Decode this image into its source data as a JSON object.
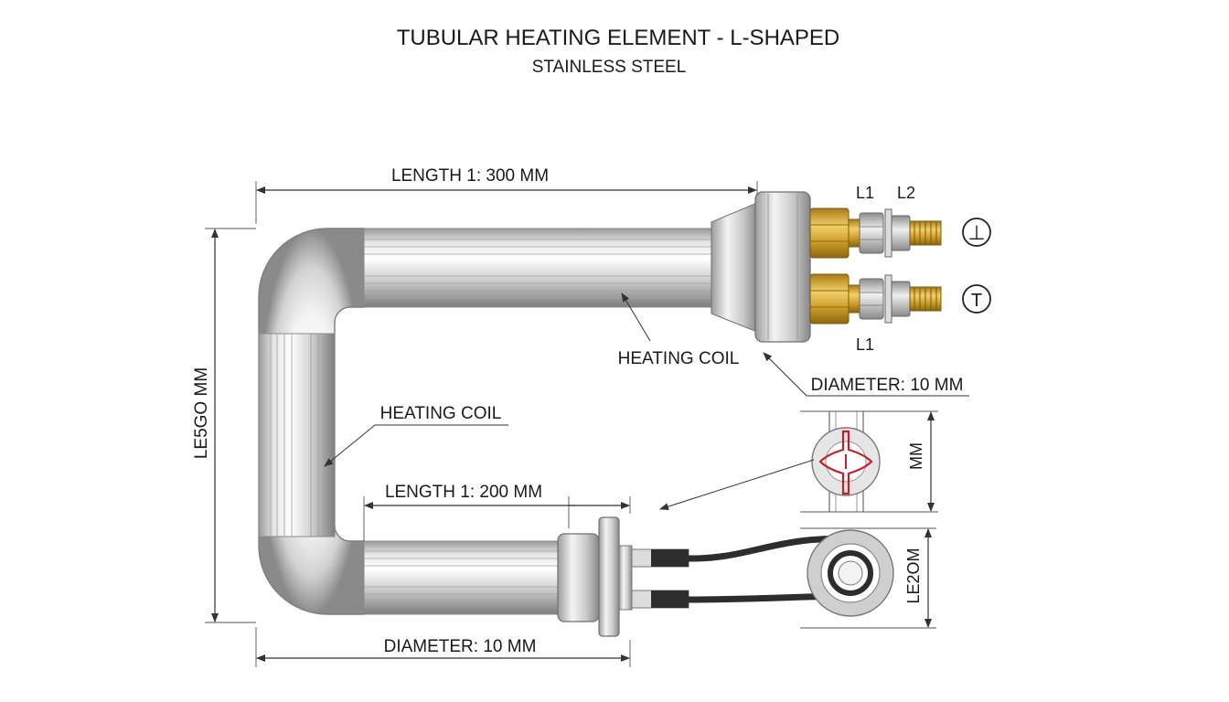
{
  "title": "TUBULAR HEATING ELEMENT - L-SHAPED",
  "subtitle": "STAINLESS STEEL",
  "labels": {
    "length_top": "LENGTH 1: 300 MM",
    "length_bottom": "LENGTH 1: 200 MM",
    "vertical": "LE5GO MM",
    "heating_coil_right": "HEATING COIL",
    "heating_coil_left": "HEATING COIL",
    "diameter_right": "DIAMETER: 10 MM",
    "diameter_bottom": "DIAMETER: 10 MM",
    "detail_height": "MM",
    "detail_coil": "LE2OM",
    "terminal_l1_top": "L1",
    "terminal_l2_top": "L2",
    "terminal_l1_bottom": "L1"
  },
  "symbols": {
    "ground_top": "⊥",
    "ground_bottom": "T"
  },
  "colors": {
    "steel_light": "#f2f2f2",
    "steel_mid": "#c9c9c9",
    "steel_dark": "#8f8f8f",
    "brass": "#d4a62a",
    "cable": "#2d2d2d",
    "seal_red": "#c21f2a"
  }
}
